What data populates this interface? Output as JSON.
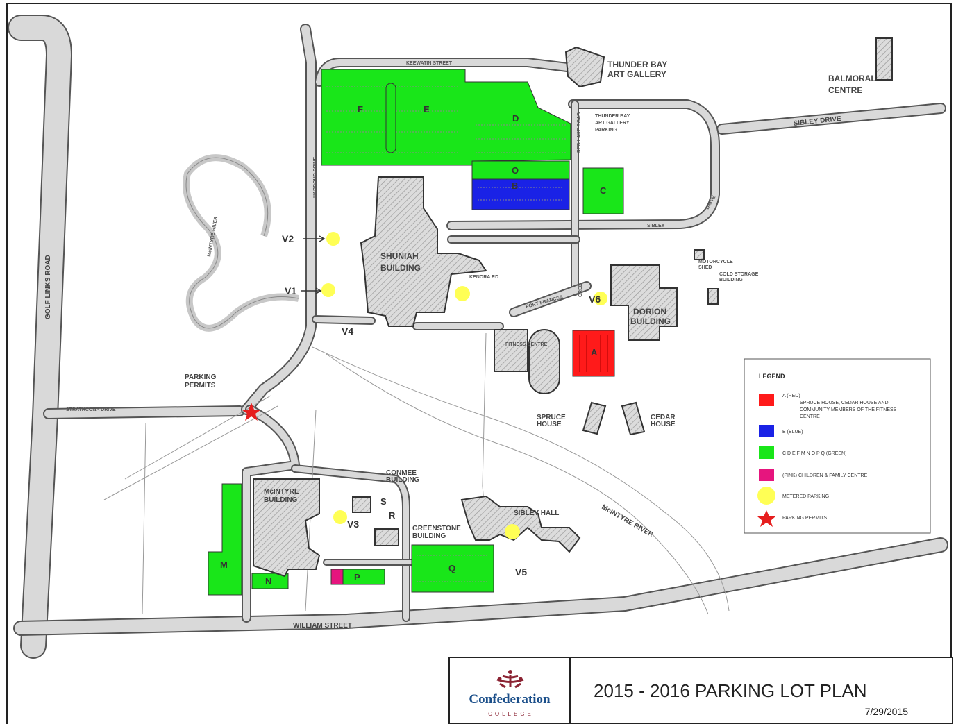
{
  "title": {
    "text": "2015 - 2016 PARKING LOT PLAN",
    "date": "7/29/2015"
  },
  "brand": {
    "name": "Confederation",
    "sub": "COLLEGE",
    "logo_icon": "college-crest-icon"
  },
  "streets": {
    "golf_links": "GOLF LINKS ROAD",
    "keewatin": "KEEWATIN STREET",
    "sibley": "SIBLEY DRIVE",
    "sibley_drive_loop_top": "SIBLEY",
    "sibley_drive_loop_right": "DRIVE",
    "strathcona": "STRATHCONA DRIVE",
    "william": "WILLIAM STREET",
    "harbour": "HARBOUR DRIVE",
    "red_lake": "RED LAKE ROAD",
    "fort_frances": "FORT FRANCES",
    "kenora": "KENORA RD",
    "cree": "CREE"
  },
  "water": {
    "mcintyre_river_1": "McINTYRE RIVER",
    "mcintyre_river_2": "McINTYRE RIVER"
  },
  "buildings": {
    "art_gallery": "THUNDER BAY ART GALLERY",
    "art_gallery_parking": "THUNDER BAY ART GALLERY PARKING",
    "balmoral": "BALMORAL CENTRE",
    "shuniah": "SHUNIAH BUILDING",
    "dorion": "DORION BUILDING",
    "fitness": "FITNESS CENTRE",
    "spruce": "SPRUCE HOUSE",
    "cedar": "CEDAR HOUSE",
    "mcintyre": "McINTYRE BUILDING",
    "conmee": "CONMEE BUILDING",
    "greenstone": "GREENSTONE BUILDING",
    "sibley_hall": "SIBLEY HALL",
    "motorcycle_shed": "MOTORCYCLE SHED",
    "cold_storage": "COLD STORAGE BUILDING",
    "parking_permits": "PARKING PERMITS"
  },
  "lots": {
    "A": "A",
    "C": "C",
    "D": "D",
    "E": "E",
    "F": "F",
    "O": "O",
    "B": "B",
    "M": "M",
    "N": "N",
    "P": "P",
    "Q": "Q",
    "S": "S",
    "R": "R"
  },
  "meters": {
    "V1": "V1",
    "V2": "V2",
    "V3": "V3",
    "V4": "V4",
    "V5": "V5",
    "V6": "V6"
  },
  "legend": {
    "title": "LEGEND",
    "items": [
      {
        "color": "#ff1a1a",
        "text1": "A      (RED)",
        "text2": "SPRUCE HOUSE, CEDAR HOUSE AND",
        "text3": "COMMUNITY MEMBERS OF THE FITNESS",
        "text4": "CENTRE"
      },
      {
        "color": "#1a22e6",
        "text1": "B      (BLUE)"
      },
      {
        "color": "#19e619",
        "text1": "C  D  E  F  M  N  O  P  Q   (GREEN)"
      },
      {
        "color": "#e6157e",
        "text1": "(PINK) CHILDREN & FAMILY CENTRE"
      },
      {
        "color": "#ffff55",
        "text1": "METERED PARKING"
      },
      {
        "color": "#e61e1e",
        "text1": "PARKING PERMITS"
      }
    ]
  }
}
